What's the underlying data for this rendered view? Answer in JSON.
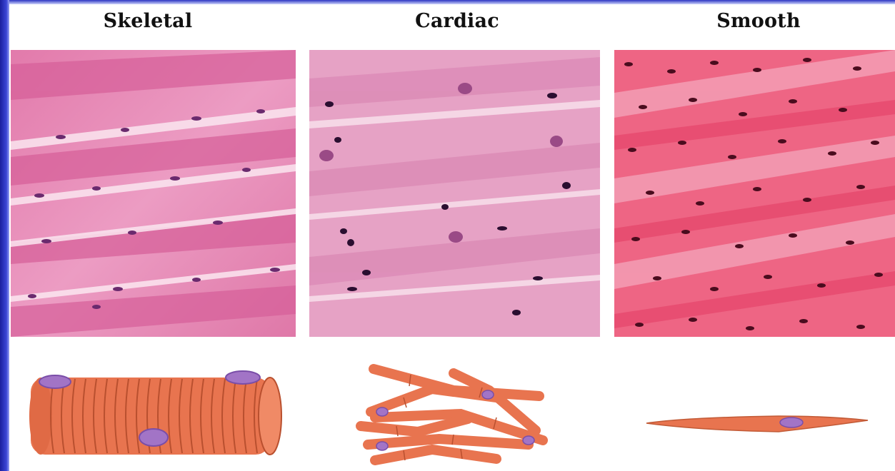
{
  "panels": [
    {
      "id": "skeletal",
      "title": "Skeletal"
    },
    {
      "id": "cardiac",
      "title": "Cardiac"
    },
    {
      "id": "smooth",
      "title": "Smooth"
    }
  ],
  "colors": {
    "frame": "#2b35c2",
    "skeletal_bg": "#e58ab4",
    "cardiac_bg": "#e6a3c6",
    "smooth_bg": "#ee5f80",
    "nucleus": "#3a1640",
    "fiber": "#e8744f",
    "fiber_stripe": "#b9502f",
    "drawing_nucleus": "#a274c6"
  }
}
